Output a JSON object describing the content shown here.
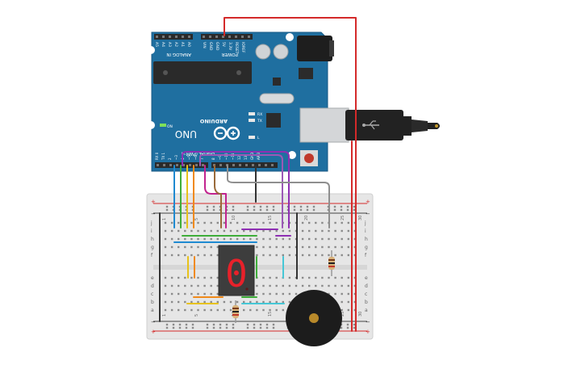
{
  "arduino": {
    "brand": "ARDUINO",
    "model": "UNO",
    "header_power": "POWER",
    "header_analog": "ANALOG IN",
    "header_digital": "DIGITAL (PWM~)",
    "led_on": "ON",
    "led_tx": "TX",
    "led_rx": "RX",
    "led_l": "L",
    "analog_pins": [
      "A5",
      "A4",
      "A3",
      "A2",
      "A1",
      "A0"
    ],
    "power_pins": [
      "VIN",
      "GND",
      "GND",
      "5V",
      "3.3V",
      "RESET",
      "IOREF"
    ],
    "digital_pins_top": [
      "AREF",
      "GND",
      "13",
      "12",
      "~11",
      "~10",
      "~9",
      "8"
    ],
    "digital_pins_bottom": [
      "7",
      "~6",
      "~5",
      "4",
      "~3",
      "2",
      "TX 1",
      "RX 0"
    ]
  },
  "breadboard": {
    "column_numbers": [
      "1",
      "5",
      "10",
      "15",
      "20",
      "25",
      "30"
    ],
    "row_letters_top": [
      "j",
      "i",
      "h",
      "g",
      "f"
    ],
    "row_letters_bottom": [
      "e",
      "d",
      "c",
      "b",
      "a"
    ],
    "rail_plus": "+",
    "rail_minus": "−"
  },
  "display": {
    "digit": "0"
  },
  "colors": {
    "board": "#1f6fa0",
    "board_dark": "#185a84",
    "breadboard": "#e6e6e6",
    "red_wire": "#d42a2a",
    "black_wire": "#333333",
    "purple_wire": "#8e2fb3",
    "magenta_wire": "#c2248f",
    "brown_wire": "#9a6a3a",
    "gray_wire": "#8f8f8f",
    "blue_wire": "#1f8ad1",
    "green_wire": "#3fae3a",
    "yellow_wire": "#e7c21a",
    "orange_wire": "#f08a1a",
    "cyan_wire": "#46c7d6",
    "segment_on": "#e8212a",
    "segment_off": "#5a1a1a",
    "buzzer": "#1c1c1c",
    "buzzer_center": "#b8892a"
  }
}
